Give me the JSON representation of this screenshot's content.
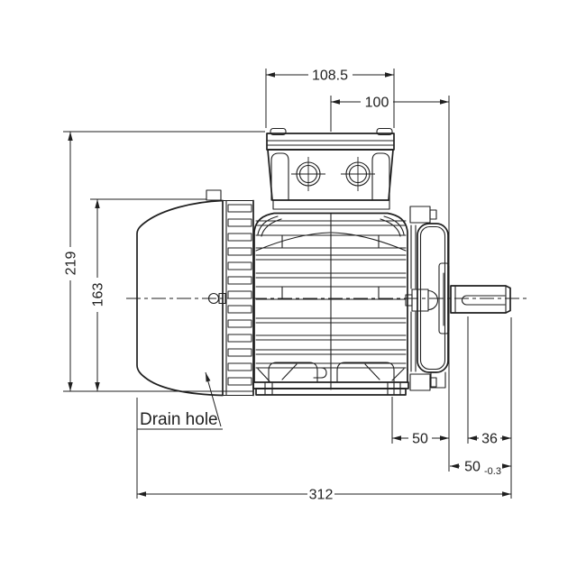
{
  "drawing": {
    "type": "technical-drawing",
    "subject": "electric motor side view with dimensions",
    "background_color": "#ffffff",
    "line_color": "#1f1f1f",
    "annotations": {
      "drain_hole_label": "Drain hole"
    },
    "dimensions": {
      "terminal_box_width": "108.5",
      "box_center_to_shaft_shoulder": "100",
      "overall_height": "219",
      "height_to_fan_cover_top": "163",
      "frame_end_to_shaft_shoulder": "50",
      "keyway_length": "36",
      "shaft_extension_value": "50",
      "shaft_extension_tolerance": "-0.3",
      "overall_length": "312"
    }
  }
}
